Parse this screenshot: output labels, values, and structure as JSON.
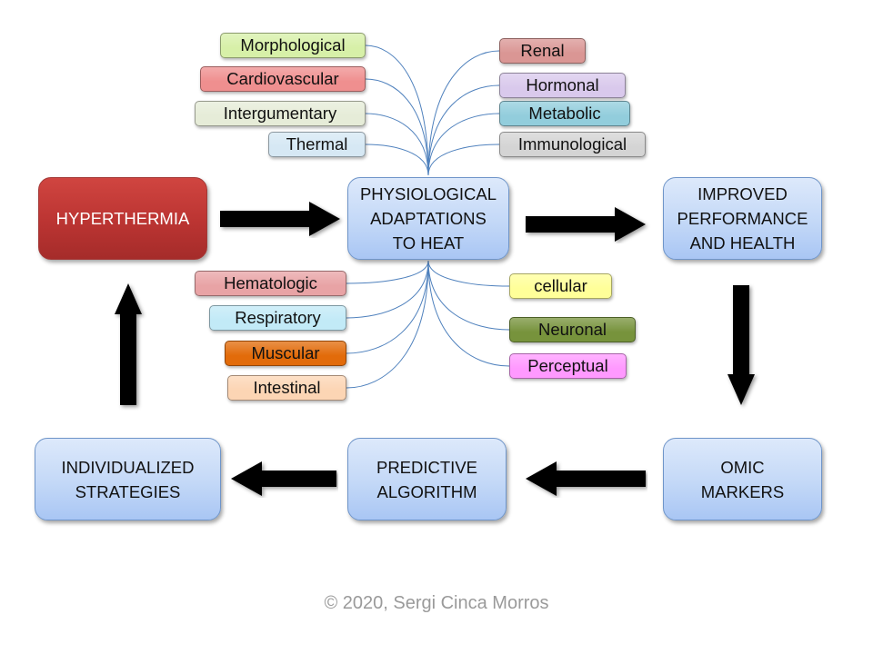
{
  "diagram": {
    "nodes": {
      "hyperthermia": "HYPERTHERMIA",
      "physiological": "PHYSIOLOGICAL\nADAPTATIONS\nTO HEAT",
      "improved": "IMPROVED\nPERFORMANCE\nAND HEALTH",
      "omic": "OMIC\nMARKERS",
      "predictive": "PREDICTIVE\nALGORITHM",
      "individualized": "INDIVIDUALIZED\nSTRATEGIES"
    },
    "top_left_tags": [
      {
        "label": "Morphological",
        "color": "#d7f0a8"
      },
      {
        "label": "Cardiovascular",
        "color": "#ef8f8f"
      },
      {
        "label": "Intergumentary",
        "color": "#e6ecd8"
      },
      {
        "label": "Thermal",
        "color": "#d6e8f4"
      }
    ],
    "top_right_tags": [
      {
        "label": "Renal",
        "color": "#da9694"
      },
      {
        "label": "Hormonal",
        "color": "#d9c9ec"
      },
      {
        "label": "Metabolic",
        "color": "#92cddc"
      },
      {
        "label": "Immunological",
        "color": "#d4d4d4"
      }
    ],
    "bottom_left_tags": [
      {
        "label": "Hematologic",
        "color": "#e8a3a5"
      },
      {
        "label": "Respiratory",
        "color": "#c2eaf7"
      },
      {
        "label": "Muscular",
        "color": "#e26b0a"
      },
      {
        "label": "Intestinal",
        "color": "#fcd5b4"
      }
    ],
    "bottom_right_tags": [
      {
        "label": "cellular",
        "color": "#ffff99"
      },
      {
        "label": "Neuronal",
        "color": "#77933c"
      },
      {
        "label": "Perceptual",
        "color": "#ff99ff"
      }
    ],
    "connector_color": "#4f81bd",
    "flow": [
      "HYPERTHERMIA → PHYSIOLOGICAL ADAPTATIONS TO HEAT",
      "PHYSIOLOGICAL ADAPTATIONS TO HEAT → IMPROVED PERFORMANCE AND HEALTH",
      "IMPROVED PERFORMANCE AND HEALTH → OMIC MARKERS",
      "OMIC MARKERS → PREDICTIVE ALGORITHM",
      "PREDICTIVE ALGORITHM → INDIVIDUALIZED STRATEGIES",
      "INDIVIDUALIZED STRATEGIES → HYPERTHERMIA"
    ]
  },
  "footer": "© 2020, Sergi Cinca Morros"
}
